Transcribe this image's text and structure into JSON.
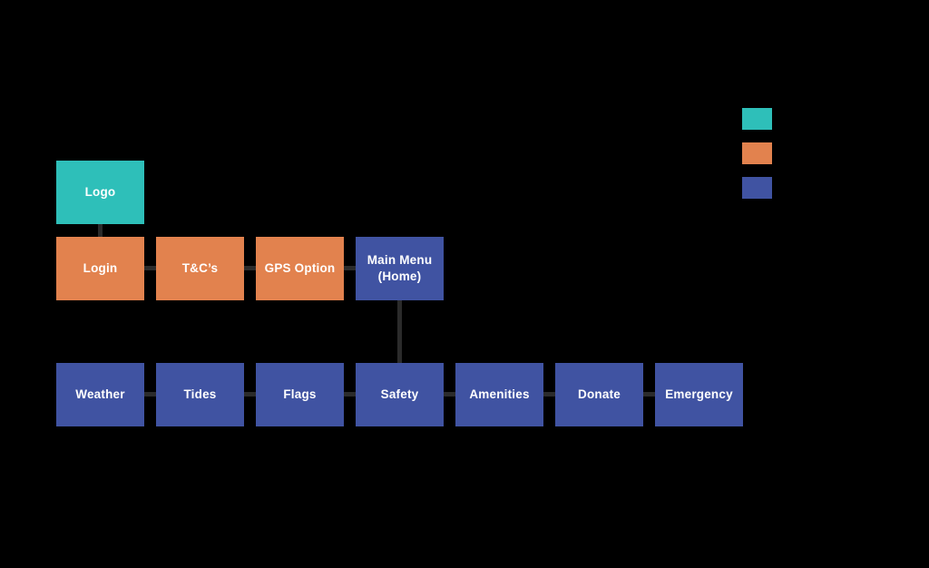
{
  "colors": {
    "background": "#000000",
    "teal": "#2EBFB9",
    "orange": "#E2824E",
    "blue": "#4053A2",
    "connector": "#2B2B2B",
    "label_text": "#FFFFFF"
  },
  "legend": {
    "items": [
      {
        "name": "teal-swatch",
        "color": "#2EBFB9"
      },
      {
        "name": "orange-swatch",
        "color": "#E2824E"
      },
      {
        "name": "blue-swatch",
        "color": "#4053A2"
      }
    ]
  },
  "flowchart": {
    "nodes": [
      {
        "id": "logo",
        "label": "Logo",
        "type": "teal"
      },
      {
        "id": "login",
        "label": "Login",
        "type": "orange"
      },
      {
        "id": "tcs",
        "label": "T&C’s",
        "type": "orange"
      },
      {
        "id": "gps",
        "label": "GPS Option",
        "type": "orange"
      },
      {
        "id": "mainmenu",
        "label": "Main Menu (Home)",
        "type": "blue"
      },
      {
        "id": "weather",
        "label": "Weather",
        "type": "blue"
      },
      {
        "id": "tides",
        "label": "Tides",
        "type": "blue"
      },
      {
        "id": "flags",
        "label": "Flags",
        "type": "blue"
      },
      {
        "id": "safety",
        "label": "Safety",
        "type": "blue"
      },
      {
        "id": "amenities",
        "label": "Amenities",
        "type": "blue"
      },
      {
        "id": "donate",
        "label": "Donate",
        "type": "blue"
      },
      {
        "id": "emergency",
        "label": "Emergency",
        "type": "blue"
      }
    ],
    "connections": [
      {
        "from": "logo",
        "to": "login"
      },
      {
        "from": "login",
        "to": "tcs"
      },
      {
        "from": "tcs",
        "to": "gps"
      },
      {
        "from": "gps",
        "to": "mainmenu"
      },
      {
        "from": "mainmenu",
        "to": "safety"
      },
      {
        "from": "weather",
        "to": "tides"
      },
      {
        "from": "tides",
        "to": "flags"
      },
      {
        "from": "flags",
        "to": "safety"
      },
      {
        "from": "safety",
        "to": "amenities"
      },
      {
        "from": "amenities",
        "to": "donate"
      },
      {
        "from": "donate",
        "to": "emergency"
      }
    ]
  }
}
